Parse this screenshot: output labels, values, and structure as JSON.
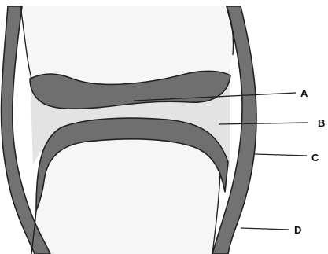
{
  "diagram": {
    "labels": {
      "a": "A",
      "b": "B",
      "c": "C",
      "d": "D"
    }
  },
  "colors": {
    "background": "#ffffff",
    "bone": "#f6f6f6",
    "cartilage": "#6f6f6f",
    "capsule": "#727272",
    "cavity": "#e3e3e3",
    "outline": "#222222"
  }
}
